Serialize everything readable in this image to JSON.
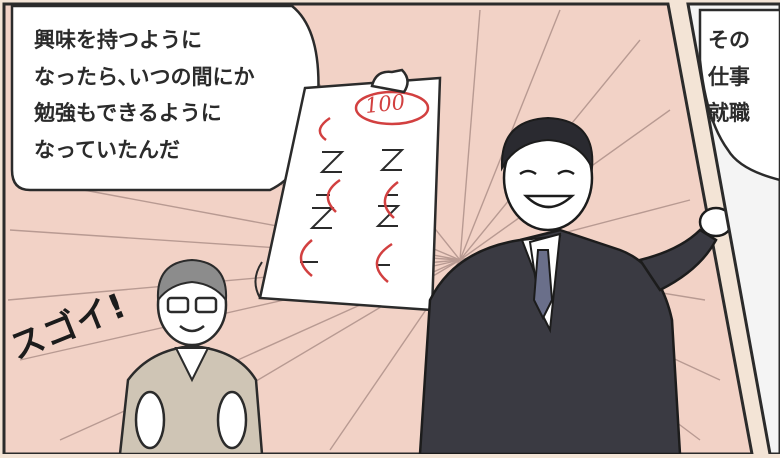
{
  "speech_main": {
    "lines": [
      "興味を持つように",
      "なったら､いつの間にか",
      "勉強もできるように",
      "なっていたんだ"
    ]
  },
  "speech_right": {
    "lines": [
      "その",
      "仕事",
      "就職"
    ]
  },
  "test_paper": {
    "score": "100"
  },
  "sound_effect": "スゴイ!",
  "colors": {
    "panel_bg": "#f2d2c6",
    "right_panel_bg": "#f4f4f4",
    "red_mark": "#d24040",
    "suit": "#3a3a42",
    "outline": "#2b2b2b"
  }
}
